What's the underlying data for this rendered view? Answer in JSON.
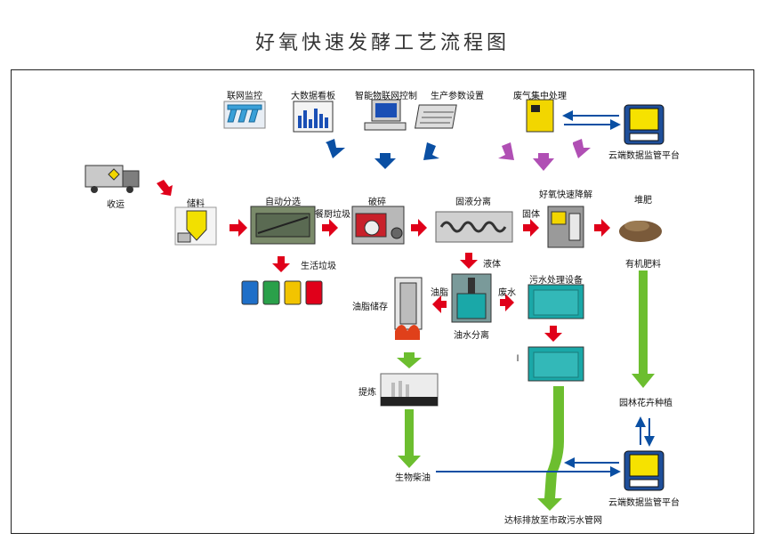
{
  "title": "好氧快速发酵工艺流程图",
  "labels": {
    "monitor": "联网监控",
    "bigdata": "大数据看板",
    "iot": "智能物联网控制",
    "params": "生产参数设置",
    "gas": "废气集中处理",
    "cloud_top": "云端数据监管平台",
    "transport": "收运",
    "storage": "储料",
    "sorting": "自动分选",
    "kitchen_waste": "餐厨垃圾",
    "crushing": "破碎",
    "solid_liquid": "固液分离",
    "solid": "固体",
    "aerobic": "好氧快速降解",
    "compost": "堆肥",
    "organic": "有机肥料",
    "living_waste": "生活垃圾",
    "liquid": "液体",
    "oil": "油脂",
    "oil_storage": "油脂储存",
    "oil_water": "油水分离",
    "wastewater": "废水",
    "sewage_equipment": "污水处理设备",
    "refine": "提炼",
    "biodiesel": "生物柴油",
    "garden": "园林花卉种植",
    "cloud_bottom": "云端数据监管平台",
    "discharge": "达标排放至市政污水管网",
    "mark": "l"
  },
  "colors": {
    "red_arrow": "#e0001a",
    "blue_arrow": "#0a4fa3",
    "purple_arrow": "#b04fb4",
    "green_arrow": "#6cbe2f",
    "water": "#1aa8a8"
  }
}
